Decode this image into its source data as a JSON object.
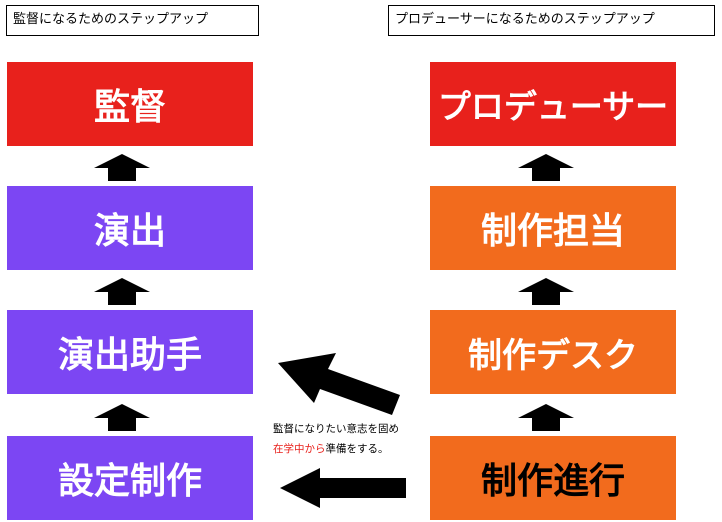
{
  "left": {
    "title": "監督になるためのステップアップ",
    "stages": [
      "監督",
      "演出",
      "演出助手",
      "設定制作"
    ]
  },
  "right": {
    "title": "プロデューサーになるためのステップアップ",
    "stages": [
      "プロデューサー",
      "制作担当",
      "制作デスク",
      "制作進行"
    ]
  },
  "note": {
    "line1": "監督になりたい意志を固め",
    "line2_highlight": "在学中から",
    "line2_rest": "準備をする。"
  },
  "colors": {
    "red": "#e8211c",
    "purple": "#7c46f3",
    "orange": "#f26b1d",
    "arrow": "#000000"
  }
}
